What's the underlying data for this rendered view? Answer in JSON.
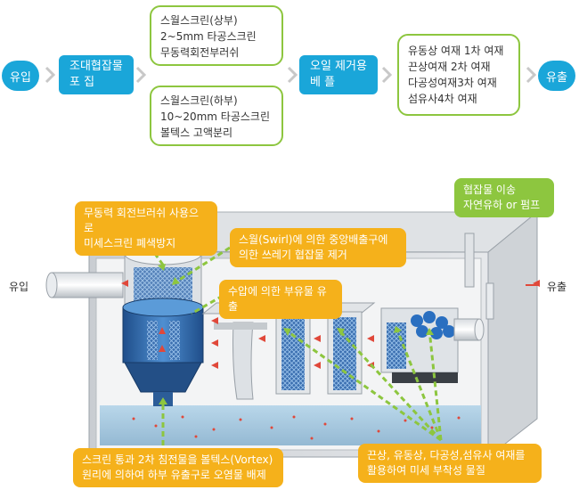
{
  "flow": {
    "inlet": "유입",
    "collect": [
      "조대협잡물",
      "포 집"
    ],
    "upper_screen": [
      "스월스크린(상부)",
      "2~5mm 타공스크린",
      "무동력회전부러쉬"
    ],
    "lower_screen": [
      "스월스크린(하부)",
      "10~20mm 타공스크린",
      "볼텍스 고액분리"
    ],
    "oil_removal": [
      "오일 제거용",
      "베 플"
    ],
    "media": [
      "유동상 여재 1차 여재",
      "끈상여재 2차 여재",
      "다공성여재3차 여재",
      "섬유사4차 여재"
    ],
    "outlet": "유출"
  },
  "diagram": {
    "inlet_label": "유입",
    "outlet_label": "유출",
    "callouts": {
      "brush": [
        "무동력 회전브러쉬 사용으로",
        "미세스크린 폐색방지"
      ],
      "swirl": [
        "스월(Swirl)에 의한 중앙배출구에",
        "의한 쓰레기 협잡물 제거"
      ],
      "pressure": [
        "수압에 의한 부유물 유출"
      ],
      "transfer": [
        "협잡물 이송",
        "자연유하 or 펌프"
      ],
      "vortex": [
        "스크린 통과 2차 침전물을 볼텍스(Vortex)",
        "원리에 의하여 하부 유출구로 오염물 배제"
      ],
      "media": [
        "끈상, 유동상, 다공성,섬유사 여재를",
        "활용하여 미세 부착성 물질"
      ]
    }
  },
  "colors": {
    "accent_blue": "#1aa6d9",
    "green": "#8dc63f",
    "orange": "#f5b11b"
  }
}
